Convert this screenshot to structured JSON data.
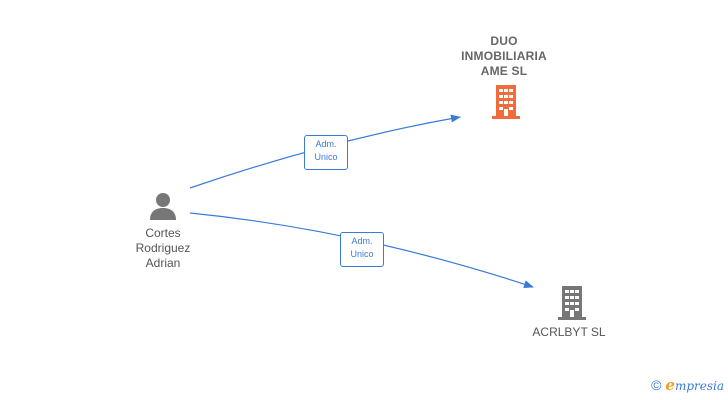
{
  "colors": {
    "edge": "#3a7bd5",
    "person": "#777777",
    "company_highlight": "#f26b3a",
    "company_default": "#777777"
  },
  "nodes": {
    "person": {
      "lines": [
        "Cortes",
        "Rodriguez",
        "Adrian"
      ],
      "icon": "person-icon"
    },
    "company_1": {
      "lines": [
        "DUO",
        "INMOBILIARIA",
        "AME  SL"
      ],
      "icon": "building-icon"
    },
    "company_2": {
      "lines": [
        "ACRLBYT  SL"
      ],
      "icon": "building-icon"
    }
  },
  "edges": [
    {
      "from": "person",
      "to": "company_1",
      "label": [
        "Adm.",
        "Unico"
      ]
    },
    {
      "from": "person",
      "to": "company_2",
      "label": [
        "Adm.",
        "Unico"
      ]
    }
  ],
  "brand": {
    "copyright": "©",
    "logo_initial": "e",
    "logo_rest": "mpresia"
  }
}
